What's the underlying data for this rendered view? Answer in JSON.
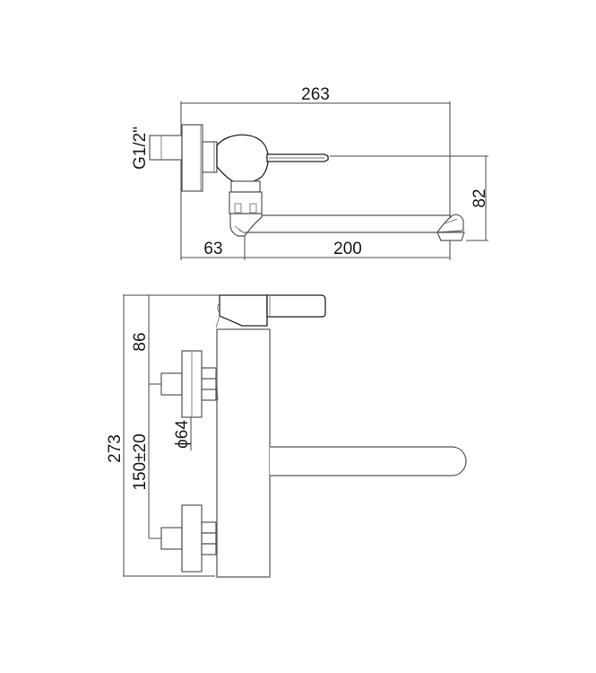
{
  "drawing": {
    "title": "Wall-mounted mixer tap technical drawing",
    "colors": {
      "line": "#4a4a4a",
      "text": "#1a1a1a",
      "background": "#ffffff"
    },
    "top_view": {
      "dimensions": {
        "overall_length": "263",
        "wall_to_spout_axis": "63",
        "spout_length": "200",
        "height": "82",
        "connection_thread": "G1/2\""
      }
    },
    "front_view": {
      "dimensions": {
        "overall_height": "273",
        "top_to_inlet": "86",
        "inlet_spacing": "150±20",
        "escutcheon_diameter": "ϕ64"
      }
    }
  }
}
